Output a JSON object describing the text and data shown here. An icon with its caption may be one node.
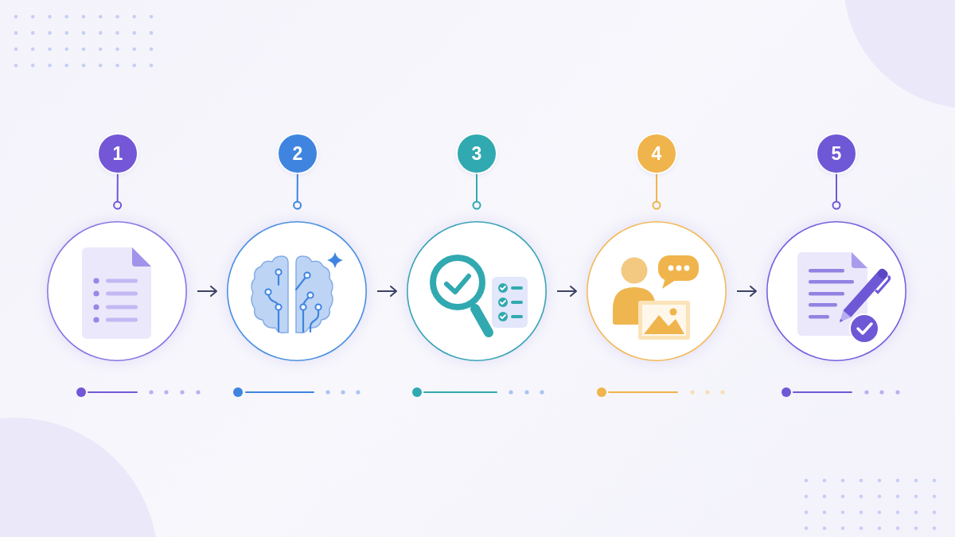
{
  "diagram": {
    "nodes": [
      {
        "text": [
          "1"
        ]
      },
      {
        "text": [],
        "shape": "picture"
      },
      {
        "text": [
          "2"
        ]
      },
      {
        "text": [],
        "shape": "picture"
      },
      {
        "text": [
          "3"
        ]
      },
      {
        "text": [],
        "shape": "picture"
      },
      {
        "text": [
          "4"
        ]
      },
      {
        "text": [],
        "shape": "picture"
      },
      {
        "text": [
          "5"
        ]
      },
      {
        "text": [],
        "shape": "picture"
      }
    ],
    "edges": [
      {
        "from": 0,
        "to": 1,
        "arrow": "other",
        "color": "#7357d6"
      },
      {
        "from": 2,
        "to": 3,
        "arrow": "other",
        "color": "#3f85e0"
      },
      {
        "from": 4,
        "to": 5,
        "arrow": "other",
        "color": "#31a9b0"
      },
      {
        "from": 6,
        "to": 7,
        "arrow": "other",
        "color": "#f0b44c"
      },
      {
        "from": 8,
        "to": 9,
        "arrow": "other",
        "color": "#6f58d6"
      },
      {
        "from": 1,
        "to": 3,
        "arrow": "to"
      },
      {
        "from": 3,
        "to": 5,
        "arrow": "to"
      },
      {
        "from": 5,
        "to": 7,
        "arrow": "to"
      },
      {
        "from": 7,
        "to": 9,
        "arrow": "to"
      }
    ]
  }
}
